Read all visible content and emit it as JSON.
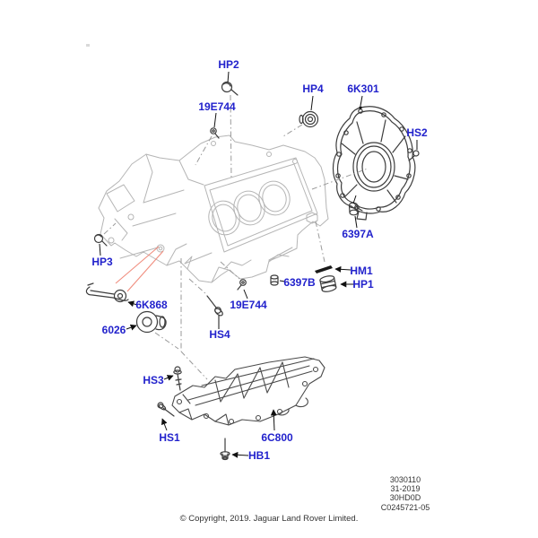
{
  "labels": {
    "hp2": "HP2",
    "e744_top": "19E744",
    "hp4": "HP4",
    "k6301": "6K301",
    "hs2": "HS2",
    "a6397": "6397A",
    "hm1": "HM1",
    "b6397": "6397B",
    "hp1": "HP1",
    "hp3": "HP3",
    "k868": "6K868",
    "s6026": "6026",
    "e744_mid": "19E744",
    "hs4": "HS4",
    "hs3": "HS3",
    "hs1": "HS1",
    "c6800": "6C800",
    "hb1": "HB1"
  },
  "ref_block": {
    "line1": "3030110",
    "line2": "31-2019",
    "line3": "30HD0D",
    "line4": "C0245721-05"
  },
  "footer": {
    "copyright": "© Copyright, 2019. Jaguar Land Rover Limited."
  },
  "colors": {
    "label_blue": "#2222cc",
    "drawing_gray": "#b5b5b5",
    "part_dark": "#3d3d3d",
    "leader_gray": "#9a9a9a",
    "red_pointer": "#f08d7e"
  }
}
